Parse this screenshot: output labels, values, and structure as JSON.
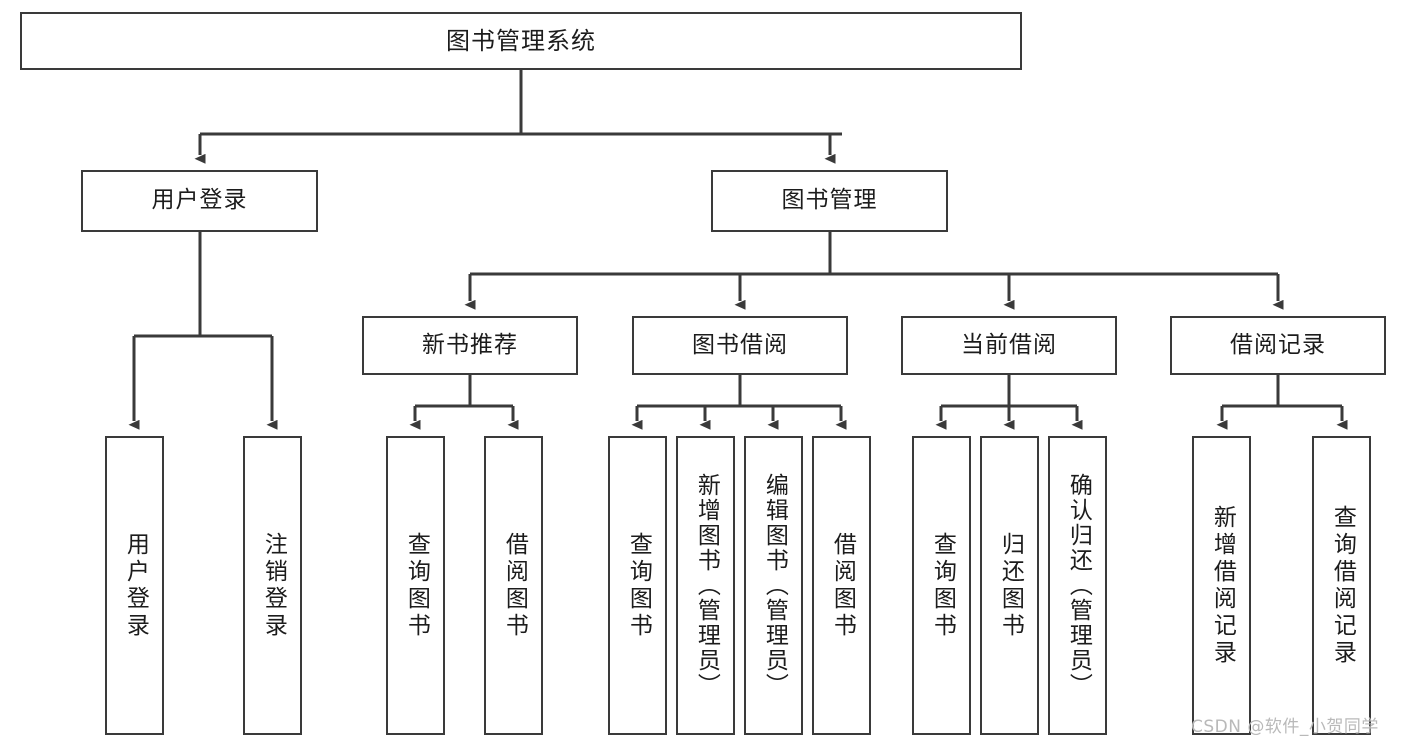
{
  "diagram": {
    "title": "图书管理系统",
    "watermark": "CSDN @软件_小贺同学",
    "accent_color": "#3a3a3a",
    "background_color": "#ffffff",
    "text_color": "#1c1c1c"
  },
  "nodes": {
    "root": {
      "label": "图书管理系统"
    },
    "level1": [
      {
        "label": "用户登录"
      },
      {
        "label": "图书管理"
      }
    ],
    "level2": [
      {
        "label": "新书推荐"
      },
      {
        "label": "图书借阅"
      },
      {
        "label": "当前借阅"
      },
      {
        "label": "借阅记录"
      }
    ],
    "leaves": {
      "user_login": [
        {
          "label": "用户登录"
        },
        {
          "label": "注销登录"
        }
      ],
      "new_book": [
        {
          "label": "查询图书"
        },
        {
          "label": "借阅图书"
        }
      ],
      "book_borrow": [
        {
          "label": "查询图书"
        },
        {
          "label": "新增图书（管理员）"
        },
        {
          "label": "编辑图书（管理员）"
        },
        {
          "label": "借阅图书"
        }
      ],
      "current_borrow": [
        {
          "label": "查询图书"
        },
        {
          "label": "归还图书"
        },
        {
          "label": "确认归还（管理员）"
        }
      ],
      "borrow_record": [
        {
          "label": "新增借阅记录"
        },
        {
          "label": "查询借阅记录"
        }
      ]
    }
  }
}
